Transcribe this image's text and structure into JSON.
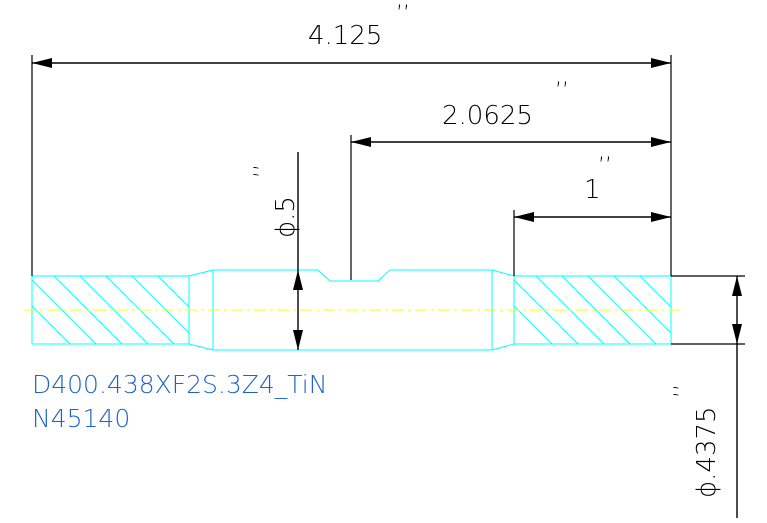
{
  "dimensions": {
    "overall_length": "4.125",
    "center_to_end": "2.0625",
    "hatch_length": "1",
    "neck_diameter": "ϕ.5",
    "shank_diameter": "ϕ.4375",
    "inch_mark": "’’"
  },
  "part_label": {
    "line1": "D400.438XF2S.3Z4_TiN",
    "line2": "N45140"
  },
  "colors": {
    "dimension": "#000000",
    "part_outline": "#00ffff",
    "center_line": "#ffff00",
    "label": "#1e64c8"
  }
}
